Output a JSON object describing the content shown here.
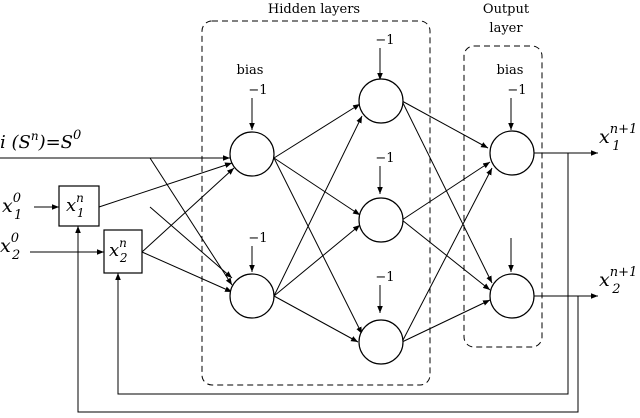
{
  "labels": {
    "hidden_layers": "Hidden layers",
    "output_layer_line1": "Output",
    "output_layer_line2": "layer",
    "bias_hidden": "bias",
    "bias_output": "bias",
    "minus_one": "−1"
  },
  "inputs": {
    "i_lhs": "i (S",
    "i_sup_n": "n",
    "i_rhs": ")=S",
    "i_sup_0": "0",
    "x1_base": "x",
    "x1_sup": "0",
    "x1_sub": "1",
    "x2_base": "x",
    "x2_sup": "0",
    "x2_sub": "2"
  },
  "delay_boxes": {
    "box1_base": "x",
    "box1_sup": "n",
    "box1_sub": "1",
    "box2_base": "x",
    "box2_sup": "n",
    "box2_sub": "2"
  },
  "outputs": {
    "y1_base": "x",
    "y1_sup": "n+1",
    "y1_sub": "1",
    "y2_base": "x",
    "y2_sup": "n+1",
    "y2_sub": "2"
  }
}
